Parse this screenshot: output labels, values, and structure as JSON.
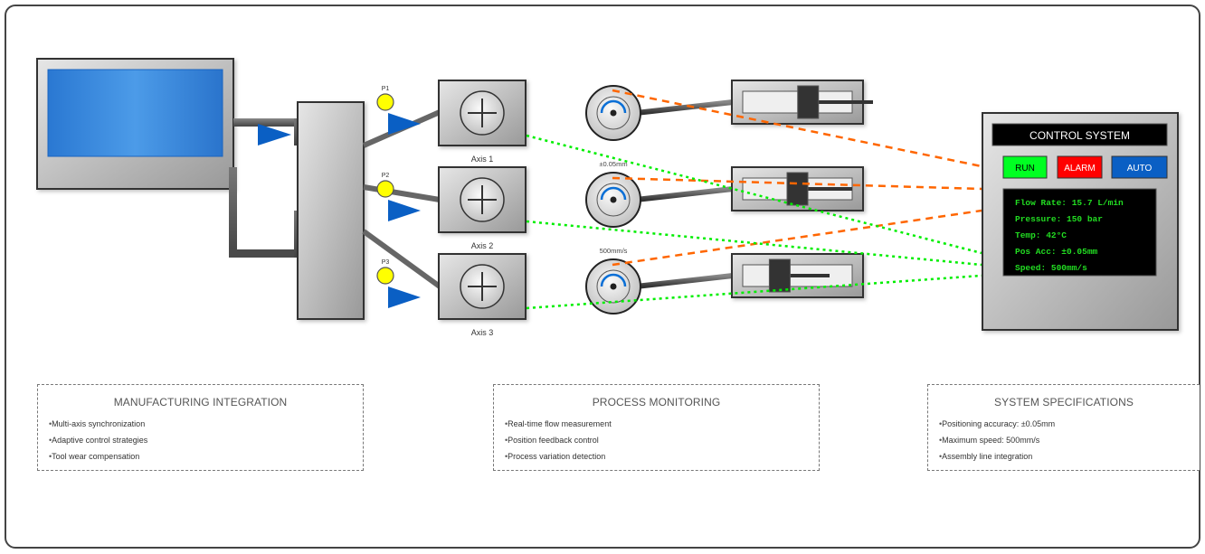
{
  "diagram": {
    "pump_labels": [
      "P1",
      "P2",
      "P3"
    ],
    "axes": [
      {
        "label": "Axis 1"
      },
      {
        "label": "Axis 2"
      },
      {
        "label": "Axis 3"
      }
    ],
    "gauges": [
      {
        "label": ""
      },
      {
        "label": "±0.05mm"
      },
      {
        "label": "500mm/s"
      }
    ],
    "cylinders": [
      {
        "piston_position": 0.62,
        "rod_extension": "extended"
      },
      {
        "piston_position": 0.5,
        "rod_extension": "mid"
      },
      {
        "piston_position": 0.3,
        "rod_extension": "retracted"
      }
    ],
    "colors": {
      "tank_fluid": "#2e7fd6",
      "arrow": "#0a5fc4",
      "pump": "#ffff00",
      "signal_orange": "#ff6600",
      "signal_green": "#00ee00",
      "run": "#00ff22",
      "alarm": "#ff0000",
      "auto": "#0a5fc4",
      "display_text": "#22dd22"
    }
  },
  "control_system": {
    "title": "CONTROL SYSTEM",
    "buttons": {
      "run": "RUN",
      "alarm": "ALARM",
      "auto": "AUTO"
    },
    "readouts": [
      "Flow Rate: 15.7 L/min",
      "Pressure: 150 bar",
      "Temp: 42°C",
      "Pos Acc: ±0.05mm",
      "Speed: 500mm/s"
    ]
  },
  "info_boxes": [
    {
      "title": "MANUFACTURING INTEGRATION",
      "items": [
        "Multi-axis synchronization",
        "Adaptive control strategies",
        "Tool wear compensation"
      ]
    },
    {
      "title": "PROCESS MONITORING",
      "items": [
        "Real-time flow measurement",
        "Position feedback control",
        "Process variation detection"
      ]
    },
    {
      "title": "SYSTEM SPECIFICATIONS",
      "items": [
        "Positioning accuracy: ±0.05mm",
        "Maximum speed: 500mm/s",
        "Assembly line integration"
      ]
    }
  ]
}
